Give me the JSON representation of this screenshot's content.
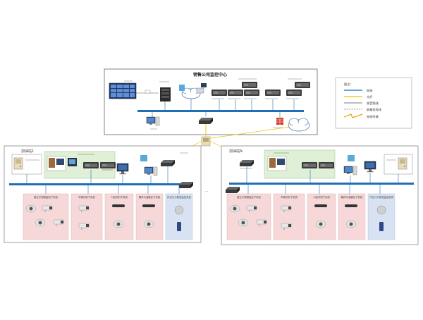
{
  "center": {
    "title": "销售公司监控中心"
  },
  "legend": {
    "title": "图注：",
    "items": [
      {
        "label": "网线",
        "color": "#1f6fb5"
      },
      {
        "label": "光纤",
        "color": "#e8c400"
      },
      {
        "label": "视音频线",
        "color": "#555555"
      },
      {
        "label": "屏蔽双绞线",
        "color": "#777777"
      },
      {
        "label": "无线传输",
        "color": "#e8a000"
      }
    ]
  },
  "stations": [
    {
      "title": "加油站1"
    },
    {
      "title": "加油站N"
    }
  ],
  "subsystems": [
    "营业厅视频监控子系统",
    "车辆识别子系统",
    "人脸识别子系统",
    "罐体与油罐区子系统",
    "作业行为规范监控系统"
  ],
  "ellipsis": "..."
}
